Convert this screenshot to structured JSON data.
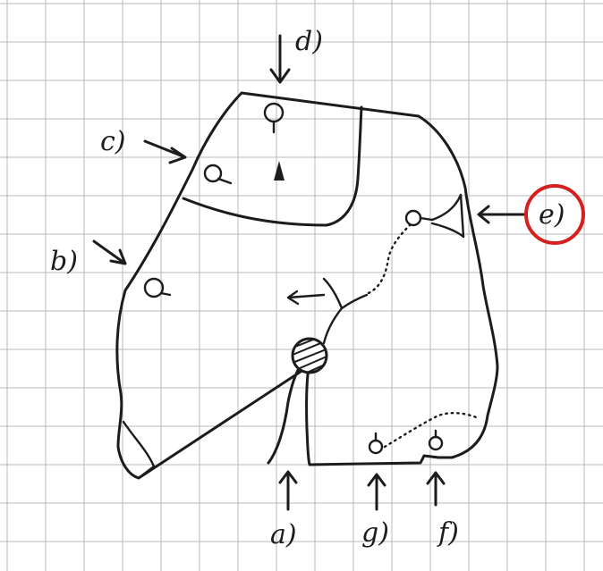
{
  "colors": {
    "paper": "#ffffff",
    "grid": "#b9b9b9",
    "ink": "#1c1c1c",
    "highlight": "#d62020"
  },
  "labels": {
    "a": "a)",
    "b": "b)",
    "c": "c)",
    "d": "d)",
    "e": "e)",
    "f": "f)",
    "g": "g)"
  },
  "highlighted_label": "e"
}
